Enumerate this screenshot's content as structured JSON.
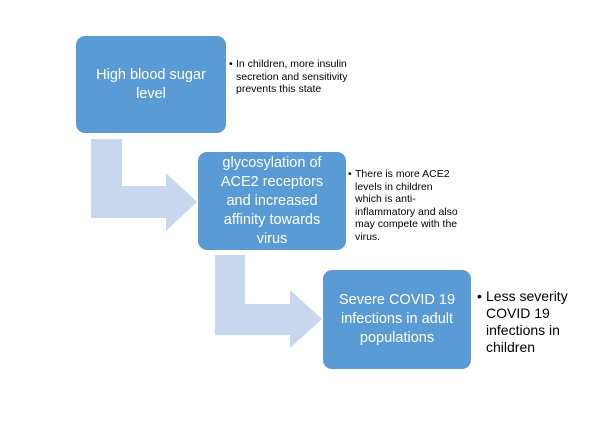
{
  "flow": {
    "steps": [
      {
        "label": "High blood sugar level"
      },
      {
        "label": "glycosylation of ACE2 receptors and increased affinity towards virus"
      },
      {
        "label": "Severe COVID 19 infections in adult populations"
      }
    ],
    "notes": [
      {
        "text": "In children, more insulin secretion and sensitivity prevents this state"
      },
      {
        "text": "There is more ACE2 levels in children which is anti-inflammatory and also may compete with the virus."
      },
      {
        "text": "Less severity COVID 19 infections in children"
      }
    ],
    "bullet": "•"
  },
  "colors": {
    "box_fill": "#5b9bd5",
    "box_text": "#ffffff",
    "arrow_fill": "#c7d8ee",
    "note_text": "#000000"
  }
}
